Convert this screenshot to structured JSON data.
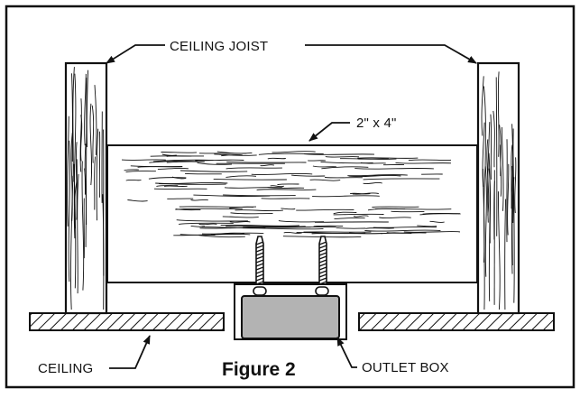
{
  "labels": {
    "ceiling_joist": "CEILING JOIST",
    "board": "2\" x 4\"",
    "ceiling": "CEILING",
    "outlet_box": "OUTLET BOX"
  },
  "caption": "Figure 2",
  "colors": {
    "line": "#111111",
    "outlet_box_fill": "#b3b3b3",
    "background": "#ffffff"
  },
  "icons": {
    "joist": "wood-grain-joist",
    "board": "wood-grain-board",
    "ceiling": "hatched-drywall",
    "box": "electrical-outlet-box",
    "screw": "wood-screw"
  }
}
